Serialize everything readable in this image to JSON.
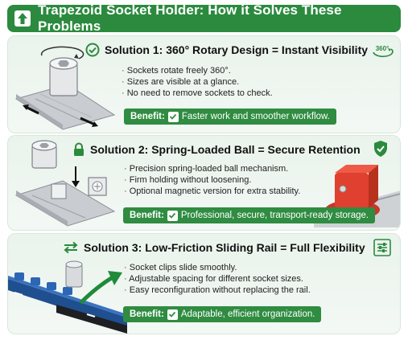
{
  "header": {
    "title": "Trapezoid Socket Holder: How it Solves These Problems"
  },
  "solutions": [
    {
      "title": "Solution 1: 360° Rotary Design = Instant Visibility",
      "bullets": [
        "Sockets rotate freely 360°.",
        "Sizes are visible at a glance.",
        "No need to remove sockets to check."
      ],
      "benefit_label": "Benefit:",
      "benefit_text": "Faster work and smoother workflow.",
      "badge_text": "360°"
    },
    {
      "title": "Solution 2: Spring-Loaded Ball = Secure Retention",
      "bullets": [
        "Precision spring-loaded ball mechanism.",
        "Firm holding without loosening.",
        "Optional magnetic version for extra stability."
      ],
      "benefit_label": "Benefit:",
      "benefit_text": "Professional, secure, transport-ready storage."
    },
    {
      "title": "Solution 3: Low-Friction Sliding Rail = Full Flexibility",
      "bullets": [
        "Socket clips slide smoothly.",
        "Adjustable spacing for different socket sizes.",
        "Easy reconfiguration without replacing the rail."
      ],
      "benefit_label": "Benefit:",
      "benefit_text": "Adaptable, efficient organization."
    }
  ],
  "icons": {
    "header": "up-arrow-icon",
    "s1_title": "checkmark-circle-icon",
    "s1_badge": "rotate-360-icon",
    "s2_title": "padlock-icon",
    "s2_badge": "shield-check-icon",
    "s3_title": "swap-arrows-icon",
    "s3_badge": "sliders-icon"
  },
  "colors": {
    "green": "#2b8a3e",
    "benefit_green": "#2f8c41",
    "panel_bg": "#eaf3ec",
    "red_clip": "#e0402f",
    "blue_rail": "#1f4f8f"
  }
}
